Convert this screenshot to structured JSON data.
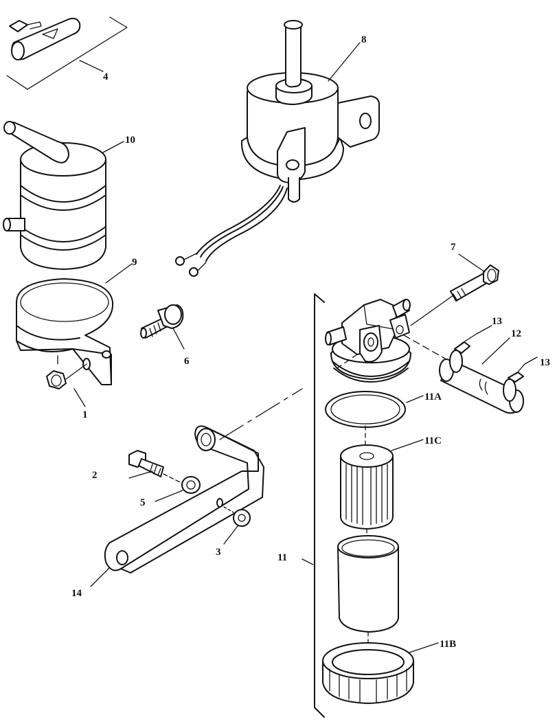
{
  "labels": {
    "p1": "1",
    "p2": "2",
    "p3": "3",
    "p4": "4",
    "p5": "5",
    "p6": "6",
    "p7": "7",
    "p8": "8",
    "p9": "9",
    "p10": "10",
    "p11": "11",
    "p11a": "11A",
    "p11b": "11B",
    "p11c": "11C",
    "p12": "12",
    "p13a": "13",
    "p13b": "13",
    "p14": "14"
  }
}
